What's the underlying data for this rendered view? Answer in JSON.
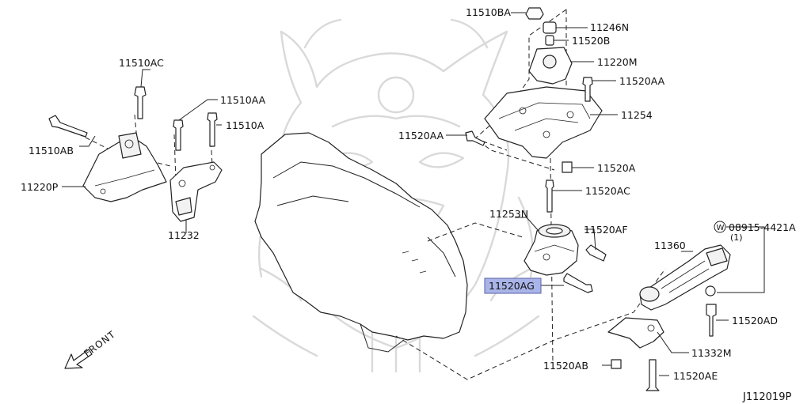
{
  "diagram_code": "J112019P",
  "front_label": "FRONT",
  "highlight_color": "#a9b4e8",
  "labels": {
    "p11510BA": "11510BA",
    "p11246N": "11246N",
    "p11520B": "11520B",
    "p11220M": "11220M",
    "p11520AA_r": "11520AA",
    "p11254": "11254",
    "p11520AA_l": "11520AA",
    "p11520A": "11520A",
    "p11520AC": "11520AC",
    "p11253N": "11253N",
    "p11520AF": "11520AF",
    "p11520AG": "11520AG",
    "p11510AC": "11510AC",
    "p11510AA": "11510AA",
    "p11510A": "11510A",
    "p11510AB": "11510AB",
    "p11220P": "11220P",
    "p11232": "11232",
    "p08915": "08915-4421A",
    "p08915_qty": "(1)",
    "p08915_prefix": "W",
    "p11360": "11360",
    "p11520AD": "11520AD",
    "p11332M": "11332M",
    "p11520AB": "11520AB",
    "p11520AE": "11520AE"
  }
}
